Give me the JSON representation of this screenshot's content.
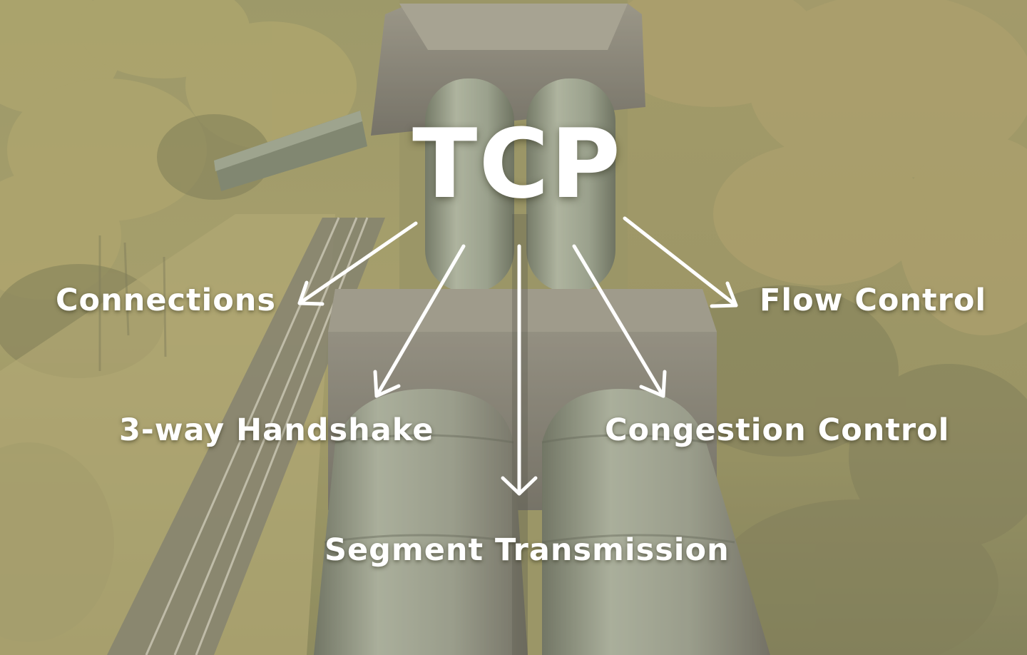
{
  "diagram": {
    "title": "TCP",
    "items": [
      {
        "id": "connections",
        "label": "Connections"
      },
      {
        "id": "handshake",
        "label": "3-way Handshake"
      },
      {
        "id": "segment",
        "label": "Segment Transmission"
      },
      {
        "id": "congestion",
        "label": "Congestion Control"
      },
      {
        "id": "flow",
        "label": "Flow Control"
      }
    ]
  },
  "colors": {
    "text": "#ffffff",
    "arrows": "#ffffff",
    "foliage": "#8a8a4e",
    "pipes": "#7f8a74",
    "concrete": "#7d7a70"
  },
  "background": {
    "icon": "penstock-pipes-photo"
  }
}
